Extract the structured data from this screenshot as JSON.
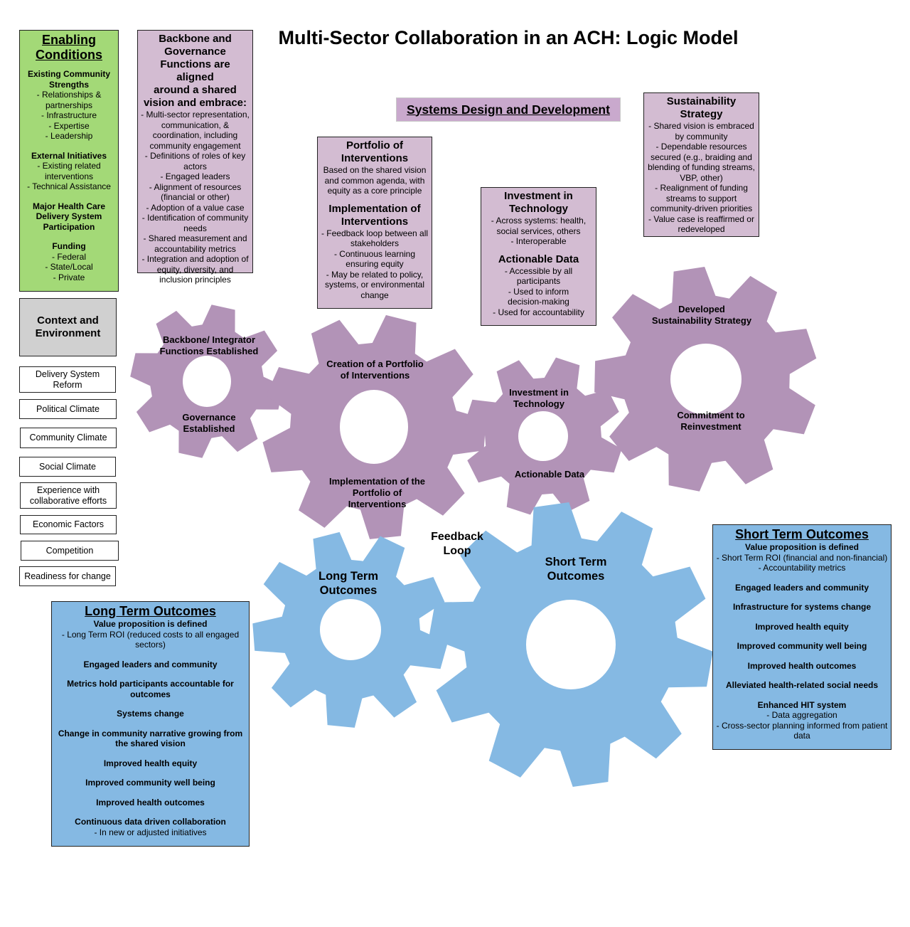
{
  "title": "Multi-Sector Collaboration in an ACH: Logic Model",
  "colors": {
    "green": "#a3d977",
    "purple_box": "#d3bcd2",
    "purple_gear": "#b293b7",
    "blue": "#85b9e3",
    "grey": "#d0d0d0"
  },
  "enabling": {
    "heading_1": "Enabling",
    "heading_2": "Conditions",
    "g1_title_1": "Existing Community",
    "g1_title_2": "Strengths",
    "g1_i1": "- Relationships &",
    "g1_i2": "partnerships",
    "g1_i3": "- Infrastructure",
    "g1_i4": "- Expertise",
    "g1_i5": "- Leadership",
    "g2_title": "External Initiatives",
    "g2_i1": "- Existing related",
    "g2_i2": "interventions",
    "g2_i3": "- Technical Assistance",
    "g3_title_1": "Major Health Care",
    "g3_title_2": "Delivery System",
    "g3_title_3": "Participation",
    "g4_title": "Funding",
    "g4_i1": "- Federal",
    "g4_i2": "- State/Local",
    "g4_i3": "- Private"
  },
  "backbone": {
    "h1": "Backbone and",
    "h2": "Governance",
    "h3": "Functions are aligned",
    "h4": "around a shared",
    "h5": "vision and embrace:",
    "l1": "- Multi-sector representation,",
    "l2": "communication, &",
    "l3": "coordination, including",
    "l4": "community engagement",
    "l5": "- Definitions of roles of key",
    "l6": "actors",
    "l7": "- Engaged leaders",
    "l8": "- Alignment of resources",
    "l9": "(financial or other)",
    "l10": "- Adoption of a value case",
    "l11": "- Identification of community",
    "l12": "needs",
    "l13": "- Shared measurement and",
    "l14": "accountability metrics",
    "l15": "- Integration and adoption of",
    "l16": "equity, diversity, and",
    "l17": "inclusion principles"
  },
  "context": {
    "heading_1": "Context and",
    "heading_2": "Environment",
    "items": [
      {
        "l1": "Delivery System",
        "l2": "Reform"
      },
      {
        "l1": "Political Climate",
        "l2": ""
      },
      {
        "l1": "Community Climate",
        "l2": ""
      },
      {
        "l1": "Social Climate",
        "l2": ""
      },
      {
        "l1": "Experience with",
        "l2": "collaborative efforts"
      },
      {
        "l1": "Economic Factors",
        "l2": ""
      },
      {
        "l1": "Competition",
        "l2": ""
      },
      {
        "l1": "Readiness for change",
        "l2": ""
      }
    ]
  },
  "systems_design": "Systems Design and Development",
  "portfolio": {
    "h1": "Portfolio of",
    "h2": "Interventions",
    "t1": "Based on the shared vision",
    "t2": "and common agenda, with",
    "t3": "equity as a core principle",
    "h3": "Implementation of",
    "h4": "Interventions",
    "t4": "-  Feedback loop between all",
    "t5": "stakeholders",
    "t6": "- Continuous learning",
    "t7": "ensuring equity",
    "t8": "- May be related to policy,",
    "t9": "systems, or environmental",
    "t10": "change"
  },
  "investment": {
    "h1": "Investment in",
    "h2": "Technology",
    "t1": "- Across systems: health,",
    "t2": "social services, others",
    "t3": "- Interoperable",
    "h3": "Actionable Data",
    "t4": "- Accessible by all",
    "t5": "participants",
    "t6": "- Used to inform",
    "t7": "decision-making",
    "t8": "- Used for accountability"
  },
  "sustainability": {
    "h1": "Sustainability",
    "h2": "Strategy",
    "t1": "- Shared vision is embraced",
    "t2": "by community",
    "t3": "- Dependable resources",
    "t4": "secured (e.g., braiding and",
    "t5": "blending of funding streams,",
    "t6": "VBP, other)",
    "t7": "- Realignment of funding",
    "t8": "streams to support",
    "t9": "community-driven priorities",
    "t10": "- Value case is reaffirmed or",
    "t11": "redeveloped"
  },
  "gears": {
    "g1_top_1": "Backbone/ Integrator",
    "g1_top_2": "Functions Established",
    "g1_bot_1": "Governance",
    "g1_bot_2": "Established",
    "g2_top_1": "Creation of a Portfolio",
    "g2_top_2": "of Interventions",
    "g2_bot_1": "Implementation of the",
    "g2_bot_2": "Portfolio of",
    "g2_bot_3": "Interventions",
    "g3_top_1": "Investment in",
    "g3_top_2": "Technology",
    "g3_bot": "Actionable Data",
    "g4_top_1": "Developed",
    "g4_top_2": "Sustainability Strategy",
    "g4_bot_1": "Commitment to",
    "g4_bot_2": "Reinvestment",
    "g5_1": "Long Term",
    "g5_2": "Outcomes",
    "g6_1": "Short Term",
    "g6_2": "Outcomes",
    "feedback_1": "Feedback",
    "feedback_2": "Loop"
  },
  "long_term": {
    "heading": "Long Term Outcomes",
    "b1": "Value proposition is defined",
    "t1": "- Long Term ROI (reduced costs to all engaged",
    "t2": "sectors)",
    "b2": "Engaged leaders and community",
    "b3_1": "Metrics hold participants accountable for",
    "b3_2": "outcomes",
    "b4": "Systems change",
    "b5_1": "Change in community narrative growing from",
    "b5_2": "the shared vision",
    "b6": "Improved health equity",
    "b7": "Improved community well being",
    "b8": "Improved health outcomes",
    "b9": "Continuous data driven collaboration",
    "t3": "- In new or adjusted initiatives"
  },
  "short_term": {
    "heading": "Short Term Outcomes",
    "b1": "Value proposition is defined",
    "t1": "- Short Term ROI (financial and non-financial)",
    "t2": "- Accountability metrics",
    "b2": "Engaged leaders and community",
    "b3": "Infrastructure for systems change",
    "b4": "Improved health equity",
    "b5": "Improved community well being",
    "b6": "Improved health outcomes",
    "b7": "Alleviated health-related social needs",
    "b8": "Enhanced HIT system",
    "t3": "- Data aggregation",
    "t4": "- Cross-sector planning informed from patient",
    "t5": "data"
  }
}
